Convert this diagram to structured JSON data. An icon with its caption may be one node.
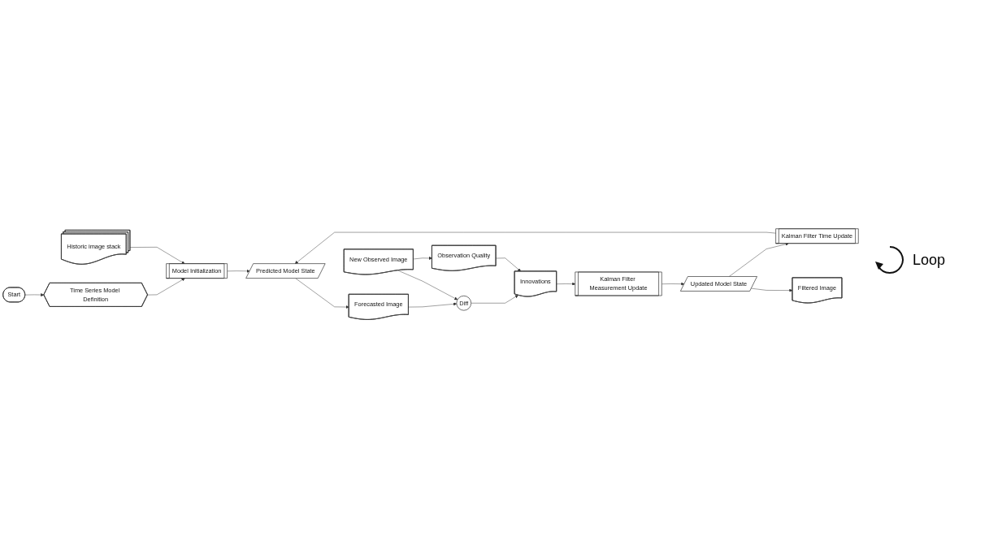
{
  "diagram": {
    "nodes": [
      {
        "text": [
          "Start"
        ]
      },
      {
        "text": [
          "Time Series Model Definition"
        ]
      },
      {
        "text": [
          "Historic image stack"
        ]
      },
      {
        "text": [
          "Model Initialization"
        ]
      },
      {
        "text": [
          "Predicted Model State"
        ]
      },
      {
        "text": [
          "Forecasted Image"
        ]
      },
      {
        "text": [
          "Diff"
        ]
      },
      {
        "text": [
          "New Observed Image"
        ]
      },
      {
        "text": [
          "Kalman Filter Time Update"
        ]
      },
      {
        "text": [
          "Innovations"
        ]
      },
      {
        "text": [
          "Observation Quality"
        ]
      },
      {
        "text": [
          "Updated Model State"
        ]
      },
      {
        "text": [
          "Kalman Filter Measurement Update"
        ]
      },
      {
        "text": [
          "Filtered Image"
        ]
      }
    ],
    "edges": [
      {
        "from": 0,
        "to": 1,
        "arrow": "to"
      },
      {
        "from": 1,
        "to": 3,
        "arrow": "to"
      },
      {
        "from": 2,
        "to": 3,
        "arrow": "to"
      },
      {
        "from": 3,
        "to": 4,
        "arrow": "to"
      },
      {
        "from": 4,
        "to": 5,
        "arrow": "to"
      },
      {
        "from": 5,
        "to": 6,
        "arrow": "to"
      },
      {
        "from": 7,
        "to": 6,
        "arrow": "to"
      },
      {
        "from": 6,
        "to": 9,
        "arrow": "to"
      },
      {
        "from": 7,
        "to": 10,
        "arrow": "to"
      },
      {
        "from": 10,
        "to": 9,
        "arrow": "to"
      },
      {
        "from": 9,
        "to": 12,
        "arrow": "to"
      },
      {
        "from": 12,
        "to": 11,
        "arrow": "to"
      },
      {
        "from": 11,
        "to": 8,
        "arrow": "to"
      },
      {
        "from": 8,
        "to": 4,
        "arrow": "to"
      },
      {
        "from": 11,
        "to": 13,
        "arrow": "to"
      }
    ],
    "labels": [
      "Loop"
    ]
  }
}
